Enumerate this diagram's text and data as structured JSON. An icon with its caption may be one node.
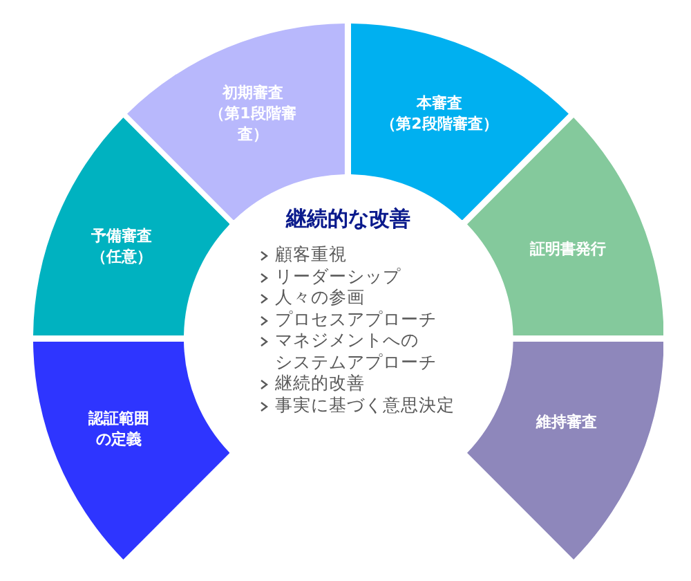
{
  "diagram": {
    "nodes": [
      {
        "text": [
          "認証範囲の定義"
        ]
      },
      {
        "text": [
          "予備審査",
          "（任意）"
        ]
      },
      {
        "text": [
          "初期審査",
          "（第1段階審査）"
        ]
      },
      {
        "text": [
          "本審査",
          "（第2段階審査）"
        ]
      },
      {
        "text": [
          "証明書発行"
        ]
      },
      {
        "text": [
          "維持審査"
        ]
      },
      {
        "text": [
          "継続的な改善",
          "顧客重視",
          "リーダーシップ",
          "人々の参画",
          "プロセスアプローチ",
          "マネジメントへのシステムアプローチ",
          "継続的改善",
          "事実に基づく意思決定"
        ]
      }
    ]
  }
}
